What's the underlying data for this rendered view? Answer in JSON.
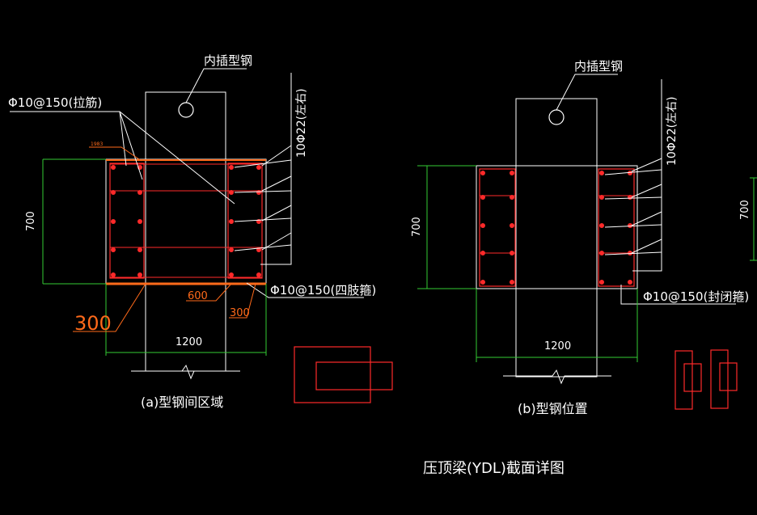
{
  "colors": {
    "background": "#000000",
    "outline": "#ffffff",
    "rebar": "#ff2a2a",
    "dimension": "#33cc33",
    "highlight": "#ff6a1a",
    "callout": "#ffffff"
  },
  "title": "压顶梁(YDL)截面详图",
  "section_a": {
    "steel_label": "内插型钢",
    "tie_label": "Φ10@150(拉筋)",
    "main_bar_label": "10Φ22(左右)",
    "stirrup_label": "Φ10@150(四肢箍)",
    "dim_height": "700",
    "dim_width": "1200",
    "dim_600": "600",
    "dim_300_inner": "300",
    "dim_300_big": "300",
    "small_label": "1983",
    "caption": "(a)型钢间区域"
  },
  "section_b": {
    "steel_label": "内插型钢",
    "main_bar_label": "10Φ22(左右)",
    "stirrup_label": "Φ10@150(封闭箍)",
    "dim_height": "700",
    "dim_width": "1200",
    "caption": "(b)型钢位置"
  },
  "section_c_partial": {
    "dim_height": "700"
  }
}
